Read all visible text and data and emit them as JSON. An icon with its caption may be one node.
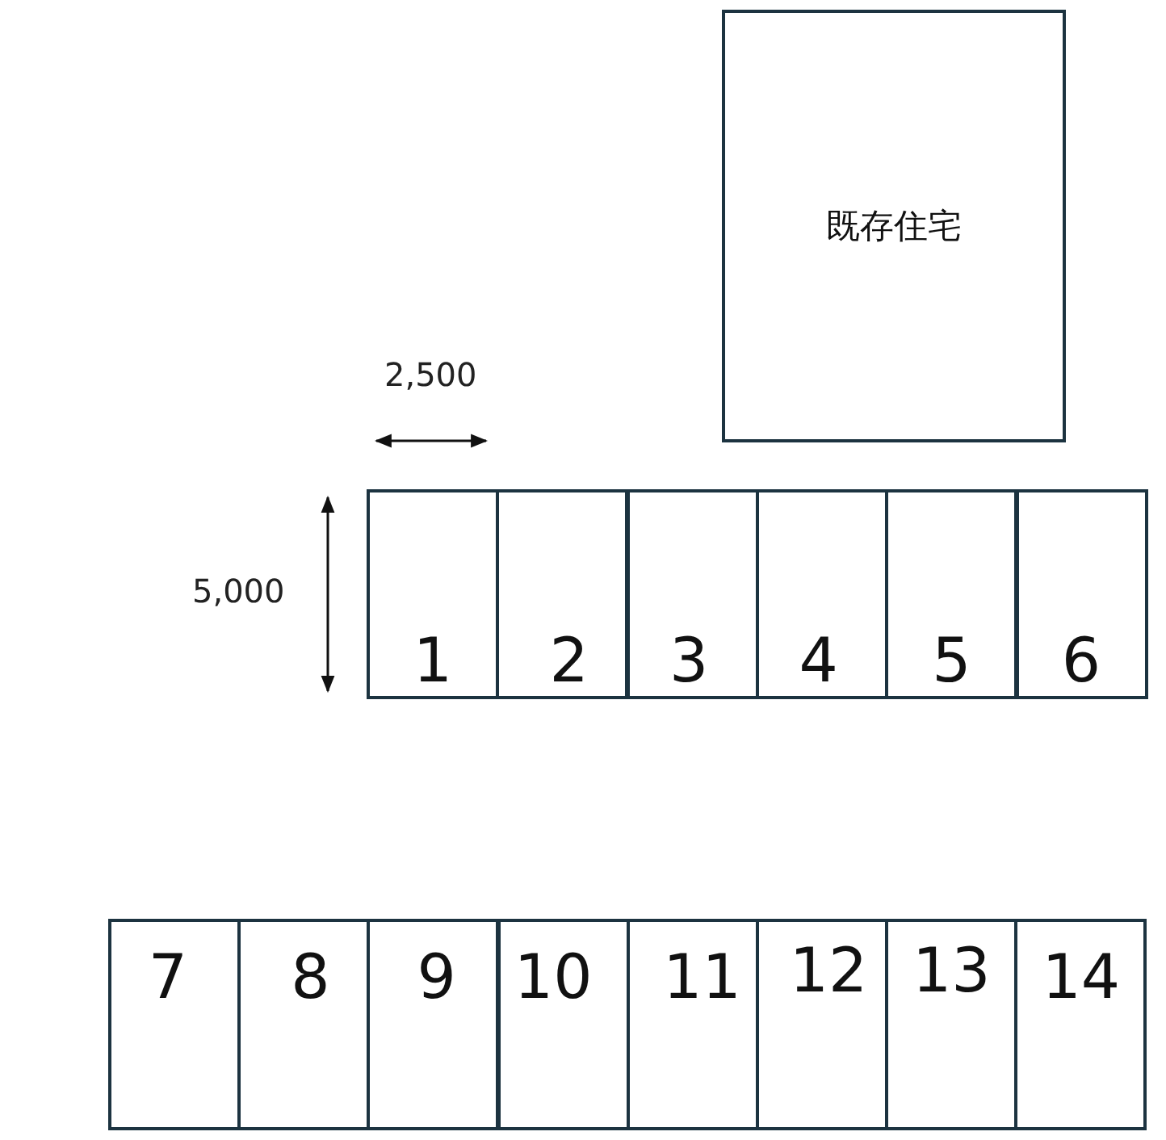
{
  "diagram": {
    "nodes": [
      {
        "text": [
          "既存住宅"
        ]
      },
      {
        "text": [
          "1"
        ]
      },
      {
        "text": [
          "2"
        ]
      },
      {
        "text": [
          "3"
        ]
      },
      {
        "text": [
          "4"
        ]
      },
      {
        "text": [
          "5"
        ]
      },
      {
        "text": [
          "6"
        ]
      },
      {
        "text": [
          "7"
        ]
      },
      {
        "text": [
          "8"
        ]
      },
      {
        "text": [
          "9"
        ]
      },
      {
        "text": [
          "10"
        ]
      },
      {
        "text": [
          "11"
        ]
      },
      {
        "text": [
          "12"
        ]
      },
      {
        "text": [
          "13"
        ]
      },
      {
        "text": [
          "14"
        ]
      }
    ],
    "edges": [],
    "labels": [
      "2,500",
      "5,000"
    ]
  }
}
